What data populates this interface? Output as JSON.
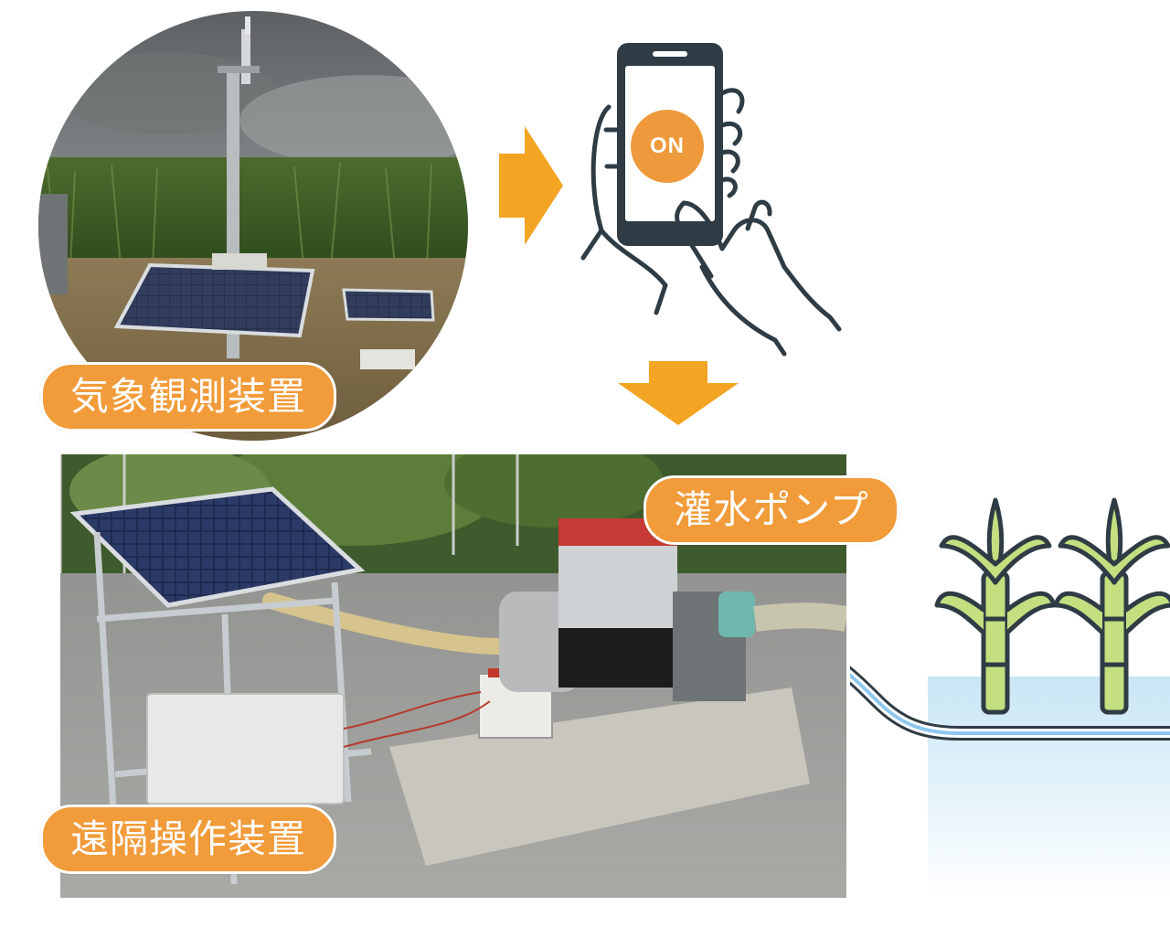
{
  "labels": {
    "weather_station": "気象観測装置",
    "remote_controller": "遠隔操作装置",
    "irrigation_pump": "灌水ポンプ"
  },
  "phone": {
    "button_text": "ON"
  },
  "colors": {
    "accent_orange": "#f19b3a",
    "arrow_orange": "#f3a423",
    "phone_dark": "#2f3c45",
    "water_blue": "#cfe8f7",
    "plant_green": "#c3df7f",
    "plant_outline": "#2f3c45"
  },
  "icons": {
    "phone": "smartphone-icon",
    "arrow_right": "arrow-right-icon",
    "arrow_down": "arrow-down-icon",
    "plant": "sugarcane-icon"
  }
}
